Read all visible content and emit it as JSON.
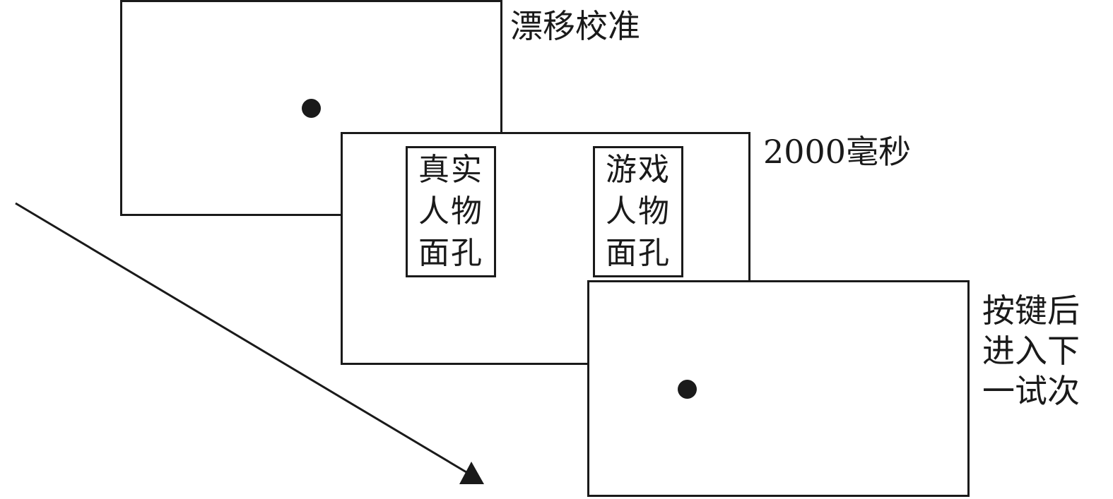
{
  "steps": {
    "drift_correction": {
      "label": "漂移校准"
    },
    "stimulus": {
      "duration_label": "2000毫秒",
      "faces": {
        "real": [
          "真实",
          "人物",
          "面孔"
        ],
        "game": [
          "游戏",
          "人物",
          "面孔"
        ]
      }
    },
    "next_trial": {
      "label_lines": [
        "按键后",
        "进入下",
        "一试次"
      ]
    }
  },
  "colors": {
    "ink": "#1a1a1a",
    "background": "#ffffff"
  },
  "icons": {
    "fixation": "filled-circle",
    "time_direction": "arrow-down-right"
  }
}
